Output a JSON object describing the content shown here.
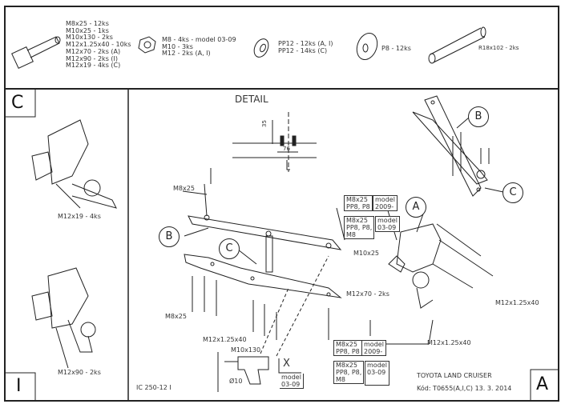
{
  "parts": {
    "bolts": [
      "M8x25 - 12ks",
      "M10x25 - 1ks",
      "M10x130 - 2ks",
      "M12x1.25x40 - 10ks",
      "M12x70 - 2ks (A)",
      "M12x90 - 2ks (I)",
      "M12x19 - 4ks (C)"
    ],
    "nuts": [
      "M8 - 4ks - model 03-09",
      "M10 - 3ks",
      "M12 - 2ks (A, I)"
    ],
    "spring_washers": [
      "PP12 - 12ks (A, I)",
      "PP12 - 14ks (C)"
    ],
    "flat_washer": "P8 - 12ks",
    "tube": "R18x102 - 2ks"
  },
  "panels": {
    "left_top_letter": "C",
    "left_bottom_letter": "I",
    "left_top_bolt": "M12x19 - 4ks",
    "left_bottom_bolt": "M12x90 - 2ks",
    "main_letter": "A"
  },
  "detail": {
    "title": "DETAIL",
    "dim_vertical": "35",
    "dim_horizontal": "76"
  },
  "callouts": {
    "A": "A",
    "B": "B",
    "C": "C"
  },
  "labels": {
    "m8x25_top": "M8x25",
    "m8x25_bottom": "M8x25",
    "m12_left": "M12x1.25x40",
    "m10x130": "M10x130",
    "drill": "Ø10",
    "x_box": "X",
    "x_model": "model",
    "x_model_year": "03-09",
    "m10x25": "M10x25",
    "m12x70": "M12x70 - 2ks",
    "m12_right": "M12x1.25x40",
    "m12_bottom": "M12x1.25x40",
    "drawing_code": "IC 250-12 I"
  },
  "model_boxes": {
    "top1": {
      "parts": [
        "M8x25",
        "PP8, P8"
      ],
      "model": [
        "model",
        "2009-"
      ]
    },
    "top2": {
      "parts": [
        "M8x25",
        "PP8, P8,",
        "M8"
      ],
      "model": [
        "model",
        "03-09"
      ]
    },
    "bot1": {
      "parts": [
        "M8x25",
        "PP8, P8"
      ],
      "model": [
        "model",
        "2009-"
      ]
    },
    "bot2": {
      "parts": [
        "M8x25",
        "PP8, P8,",
        "M8"
      ],
      "model": [
        "model",
        "03-09"
      ]
    }
  },
  "title_block": {
    "vehicle": "TOYOTA LAND CRUISER",
    "code": "Kód: T0655(A,I,C)  13. 3. 2014"
  }
}
